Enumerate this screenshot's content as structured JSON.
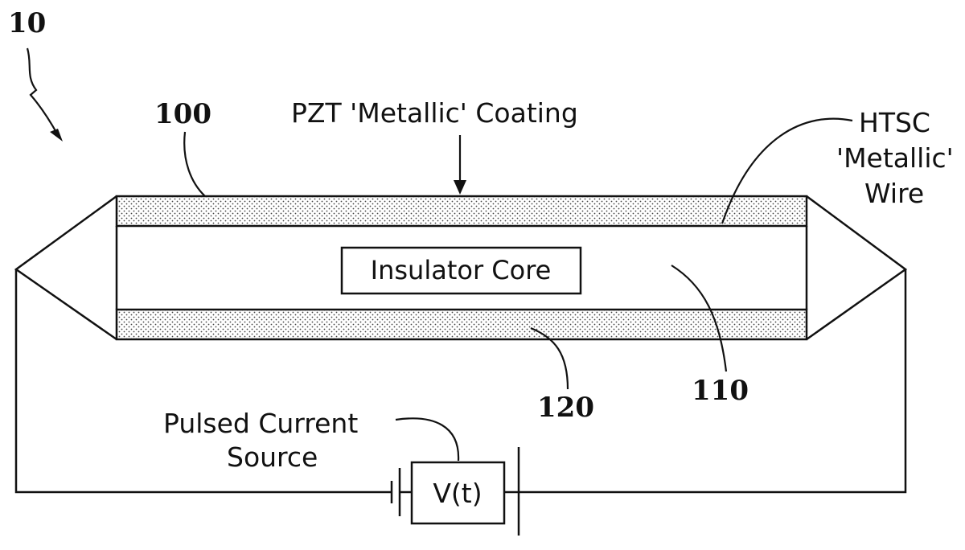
{
  "figure": {
    "number": "10",
    "labels": {
      "ref_100": "100",
      "ref_110": "110",
      "ref_120": "120",
      "coating": "PZT 'Metallic' Coating",
      "wire_line1": "HTSC",
      "wire_line2": "'Metallic'",
      "wire_line3": "Wire",
      "core": "Insulator Core",
      "source_line1": "Pulsed Current",
      "source_line2": "Source",
      "voltage": "V(t)"
    }
  }
}
